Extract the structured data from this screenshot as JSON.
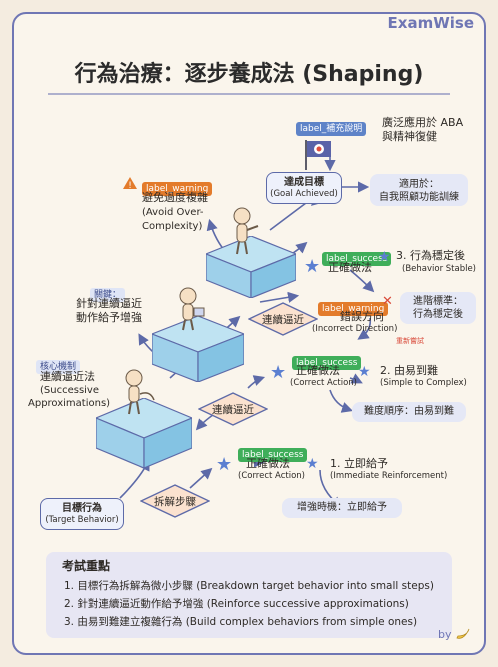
{
  "brand": "ExamWise",
  "title": "行為治療：逐步養成法 (Shaping)",
  "tags": {
    "supplement": "label_補充說明",
    "warning": "label_warning",
    "success": "label_success"
  },
  "supplement_text": [
    "廣泛應用於 ABA",
    "與精神復健"
  ],
  "goal": {
    "zh": "達成目標",
    "en": "(Goal Achieved)"
  },
  "applicable": [
    "適用於：",
    "自我照顧功能訓練"
  ],
  "warning_main": {
    "zh": "避免過度複雜",
    "en1": "(Avoid Over-",
    "en2": "Complexity)"
  },
  "key_label": "關鍵：",
  "key_text": [
    "針對連續逼近",
    "動作給予增強"
  ],
  "core_label": "核心機制",
  "core_text": [
    "連續逼近法",
    "(Successive",
    "Approximations)"
  ],
  "diamond_top": "連續逼近",
  "diamond_mid": "連續逼近",
  "diamond_bot": "拆解步驟",
  "success_top": {
    "title": "正確做法",
    "step": "3. 行為穩定後",
    "step_en": "(Behavior Stable)"
  },
  "advanced": [
    "進階標準：",
    "行為穩定後"
  ],
  "warning_dir": {
    "zh": "錯誤方向",
    "en": "(Incorrect Direction)"
  },
  "retrain": "重新嘗試",
  "success_mid": {
    "title": "正確做法",
    "en": "(Correct Action)",
    "step": "2. 由易到難",
    "step_en": "(Simple to Complex)"
  },
  "difficulty": "難度順序：由易到難",
  "success_bot": {
    "title": "正確做法",
    "en": "(Correct Action)",
    "step": "1. 立即給予",
    "step_en": "(Immediate Reinforcement)"
  },
  "timing": "增強時機：立即給予",
  "target": {
    "zh": "目標行為",
    "en": "(Target Behavior)"
  },
  "notes": {
    "title": "考試重點",
    "items": [
      "1. 目標行為拆解為微小步驟 (Breakdown target behavior into small steps)",
      "2. 針對連續逼近動作給予增強 (Reinforce successive approximations)",
      "3. 由易到難建立複雜行為 (Build complex behaviors from simple ones)"
    ]
  },
  "by": "by"
}
